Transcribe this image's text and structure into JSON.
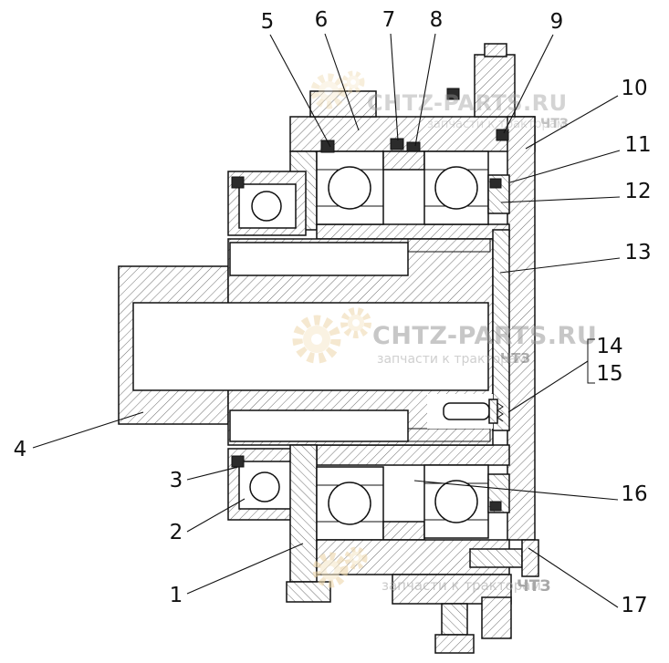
{
  "watermark": {
    "brand": "CHTZ-PARTS.RU",
    "tagline": "запчасти к тракторам",
    "brand_short": "ЧТЗ"
  },
  "colors": {
    "line": "#111111",
    "watermark_gear": "#eed7ab",
    "watermark_text": "#9a9a9a"
  },
  "callouts": [
    {
      "label": "1"
    },
    {
      "label": "2"
    },
    {
      "label": "3"
    },
    {
      "label": "4"
    },
    {
      "label": "5"
    },
    {
      "label": "6"
    },
    {
      "label": "7"
    },
    {
      "label": "8"
    },
    {
      "label": "9"
    },
    {
      "label": "10"
    },
    {
      "label": "11"
    },
    {
      "label": "12"
    },
    {
      "label": "13"
    },
    {
      "label": "14"
    },
    {
      "label": "15"
    },
    {
      "label": "16"
    },
    {
      "label": "17"
    }
  ]
}
